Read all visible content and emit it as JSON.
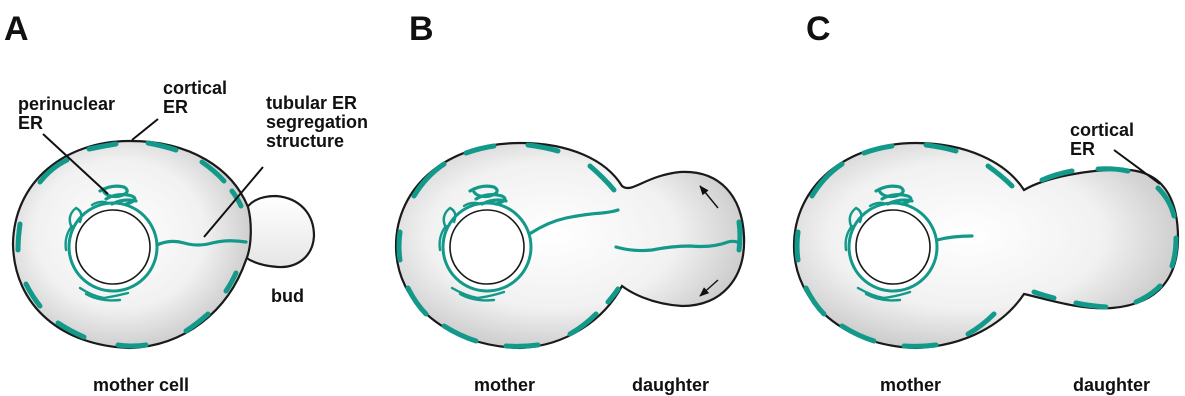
{
  "panels": [
    {
      "letter": "A",
      "labels": {
        "perinuclear": [
          "perinuclear",
          "ER"
        ],
        "cortical": [
          "cortical",
          "ER"
        ],
        "tubular": [
          "tubular ER",
          "segregation",
          "structure"
        ],
        "bud": "bud",
        "mother": "mother cell"
      }
    },
    {
      "letter": "B",
      "labels": {
        "mother": "mother",
        "daughter": "daughter"
      }
    },
    {
      "letter": "C",
      "labels": {
        "cortical": [
          "cortical",
          "ER"
        ],
        "mother": "mother",
        "daughter": "daughter"
      }
    }
  ],
  "colors": {
    "er": "#13998a",
    "outline": "#1a1a1a",
    "text": "#111111"
  }
}
